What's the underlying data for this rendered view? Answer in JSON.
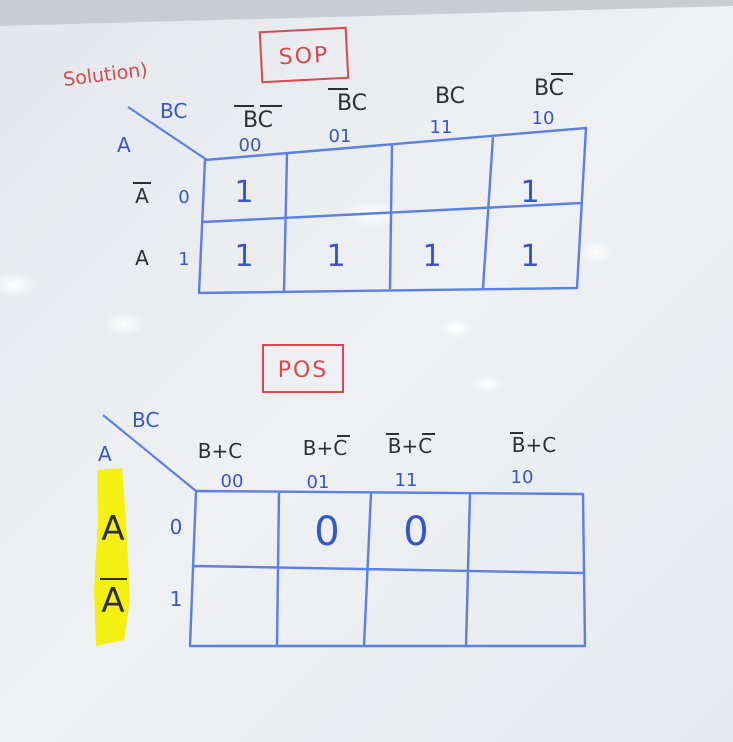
{
  "solution_label": "Solution)",
  "colors": {
    "ink_blue": "#5b7fe6",
    "ink_red": "#d9484c",
    "ink_dark": "#2b3038",
    "highlight": "#f4f000",
    "board": "#eef0f3"
  },
  "sop": {
    "title": "SOP",
    "corner": {
      "row_var": "A",
      "col_var": "BC"
    },
    "columns": [
      {
        "term": "BC",
        "bars": [
          true,
          true
        ],
        "code": "00"
      },
      {
        "term": "BC",
        "bars": [
          true,
          false
        ],
        "code": "01"
      },
      {
        "term": "BC",
        "bars": [
          false,
          false
        ],
        "code": "11"
      },
      {
        "term": "BC",
        "bars": [
          false,
          true
        ],
        "code": "10"
      }
    ],
    "rows": [
      {
        "term": "A",
        "bar": true,
        "index": "0",
        "cells": [
          "1",
          "",
          "",
          "1"
        ]
      },
      {
        "term": "A",
        "bar": false,
        "index": "1",
        "cells": [
          "1",
          "1",
          "1",
          "1"
        ]
      }
    ]
  },
  "pos": {
    "title": "POS",
    "corner": {
      "row_var": "A",
      "col_var": "BC"
    },
    "columns": [
      {
        "term": "B+C",
        "code": "00"
      },
      {
        "term": "B+C",
        "code": "01"
      },
      {
        "term": "B+C",
        "code": "11"
      },
      {
        "term": "B+C",
        "code": "10"
      }
    ],
    "rows": [
      {
        "term": "A",
        "bar": false,
        "index": "0",
        "cells": [
          "",
          "0",
          "0",
          ""
        ]
      },
      {
        "term": "A",
        "bar": true,
        "index": "1",
        "cells": [
          "",
          "",
          "",
          ""
        ]
      }
    ]
  }
}
